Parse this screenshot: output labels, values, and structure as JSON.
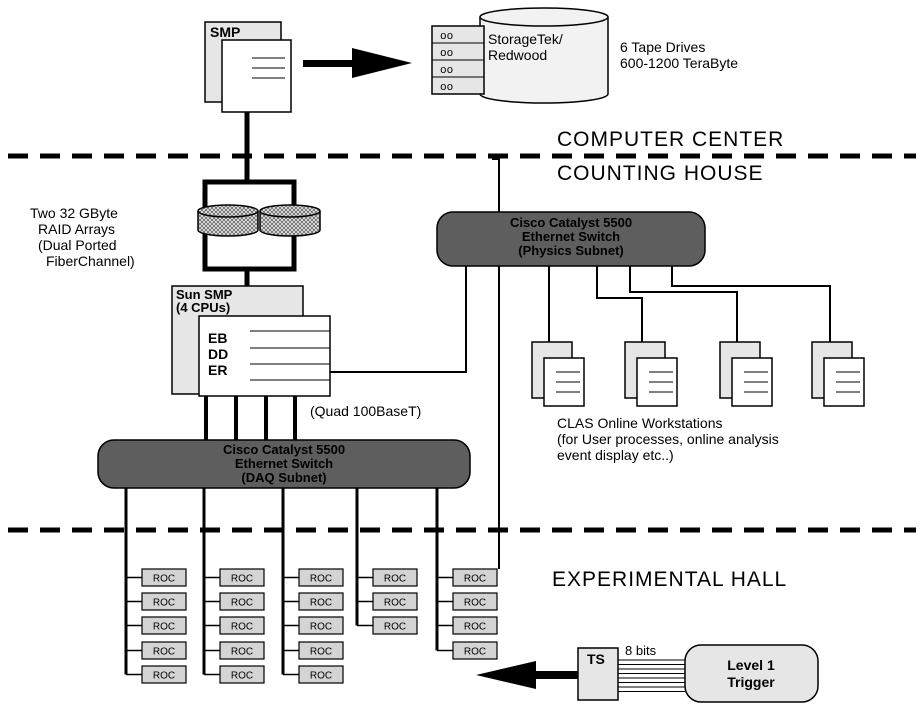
{
  "smp": {
    "label": "SMP"
  },
  "storage": {
    "line1": "StorageTek/",
    "line2": "Redwood",
    "drives": [
      "oo",
      "oo",
      "oo",
      "oo"
    ],
    "desc1": "6 Tape Drives",
    "desc2": "600-1200 TeraByte"
  },
  "zones": {
    "computer_center": "COMPUTER CENTER",
    "counting_house": "COUNTING HOUSE",
    "experimental_hall": "EXPERIMENTAL HALL"
  },
  "raid": {
    "line1": "Two 32 GByte",
    "line2": "RAID Arrays",
    "line3": "(Dual Ported",
    "line4": "FiberChannel)"
  },
  "switch_physics": {
    "line1": "Cisco Catalyst 5500",
    "line2": "Ethernet Switch",
    "line3": "(Physics Subnet)"
  },
  "sun_smp": {
    "line1": "Sun SMP",
    "line2": "(4 CPUs)",
    "proc1": "EB",
    "proc2": "DD",
    "proc3": "ER"
  },
  "quad_label": "(Quad 100BaseT)",
  "switch_daq": {
    "line1": "Cisco Catalyst 5500",
    "line2": "Ethernet Switch",
    "line3": "(DAQ Subnet)"
  },
  "workstations": {
    "line1": "CLAS Online Workstations",
    "line2": "(for User processes, online analysis",
    "line3": "event display etc..)"
  },
  "roc_label": "ROC",
  "roc_columns": [
    5,
    5,
    5,
    3,
    4
  ],
  "ts": {
    "label": "TS",
    "bits": "8 bits"
  },
  "trigger": {
    "line1": "Level 1",
    "line2": "Trigger"
  },
  "colors": {
    "switch_fill": "#5e5e5e",
    "box_fill": "#e6e6e6",
    "roc_fill": "#d4d4d4",
    "line": "#000000"
  }
}
